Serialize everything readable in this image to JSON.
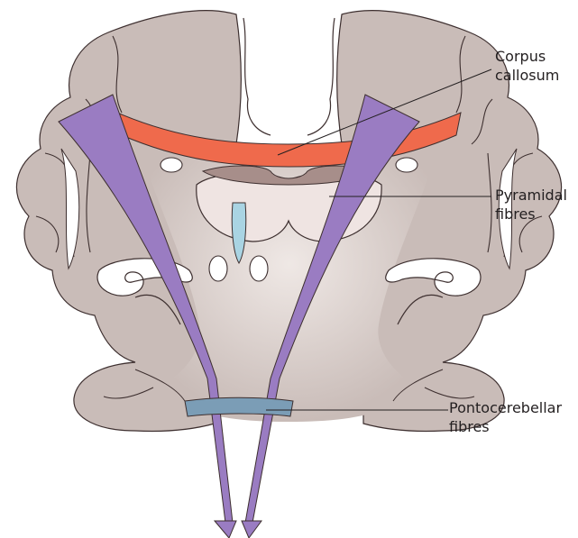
{
  "labels": {
    "corpus_callosum": {
      "line1": "Corpus",
      "line2": "callosum"
    },
    "pyramidal_fibres": {
      "line1": "Pyramidal",
      "line2": "fibres"
    },
    "pontocerebellar_fibres": {
      "line1": "Pontocerebellar",
      "line2": "fibres"
    }
  },
  "colors": {
    "brain_tissue": "#c9bcb8",
    "tissue_light": "#e6ddd9",
    "outline": "#3d2f2f",
    "corpus_callosum": "#ef6a4c",
    "pyramidal_fibres": "#9a7cc2",
    "pontocerebellar_fibres": "#7b9db6",
    "ventricle": "#a9d4e3",
    "leader_line": "#231f20"
  }
}
